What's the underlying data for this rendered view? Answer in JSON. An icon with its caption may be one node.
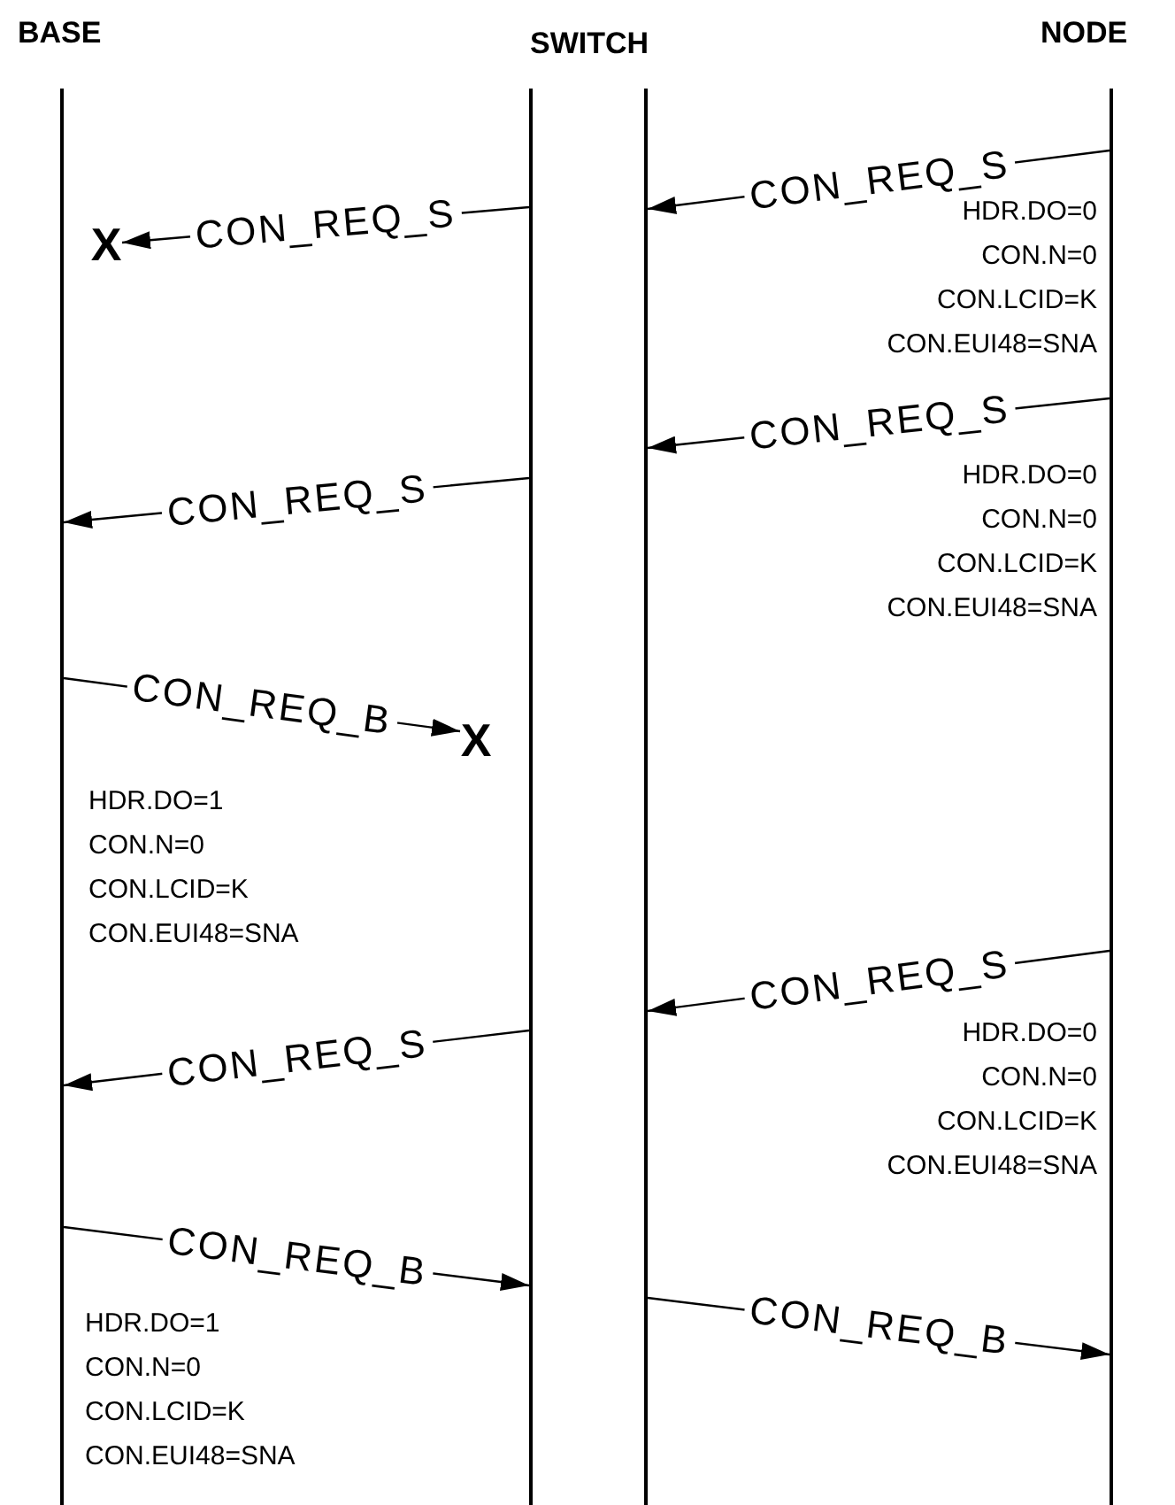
{
  "diagram": {
    "nodes": [
      {
        "text": [],
        "shape": "bar"
      },
      {
        "text": [],
        "shape": "bar"
      },
      {
        "text": [],
        "shape": "bar"
      },
      {
        "text": [],
        "shape": "bar"
      },
      {
        "text": [
          "X"
        ]
      },
      {
        "text": [
          "X"
        ]
      }
    ],
    "edges": [
      {
        "from": 3,
        "to": 2,
        "arrow": "to",
        "label": "CON_REQ_S"
      },
      {
        "from": 1,
        "to": 4,
        "arrow": "to",
        "label": "CON_REQ_S"
      },
      {
        "from": 3,
        "to": 2,
        "arrow": "to",
        "label": "CON_REQ_S"
      },
      {
        "from": 1,
        "to": 0,
        "arrow": "to",
        "label": "CON_REQ_S"
      },
      {
        "from": 0,
        "to": 5,
        "arrow": "to",
        "label": "CON_REQ_B"
      },
      {
        "from": 3,
        "to": 2,
        "arrow": "to",
        "label": "CON_REQ_S"
      },
      {
        "from": 1,
        "to": 0,
        "arrow": "to",
        "label": "CON_REQ_S"
      },
      {
        "from": 0,
        "to": 1,
        "arrow": "to",
        "label": "CON_REQ_B"
      },
      {
        "from": 2,
        "to": 3,
        "arrow": "to",
        "label": "CON_REQ_B"
      }
    ],
    "labels": [
      "BASE",
      "SWITCH",
      "NODE",
      "HDR.DO=0",
      "CON.N=0",
      "CON.LCID=K",
      "CON.EUI48=SNA",
      "HDR.DO=0",
      "CON.N=0",
      "CON.LCID=K",
      "CON.EUI48=SNA",
      "HDR.DO=1",
      "CON.N=0",
      "CON.LCID=K",
      "CON.EUI48=SNA",
      "HDR.DO=0",
      "CON.N=0",
      "CON.LCID=K",
      "CON.EUI48=SNA",
      "HDR.DO=1",
      "CON.N=0",
      "CON.LCID=K",
      "CON.EUI48=SNA"
    ]
  }
}
